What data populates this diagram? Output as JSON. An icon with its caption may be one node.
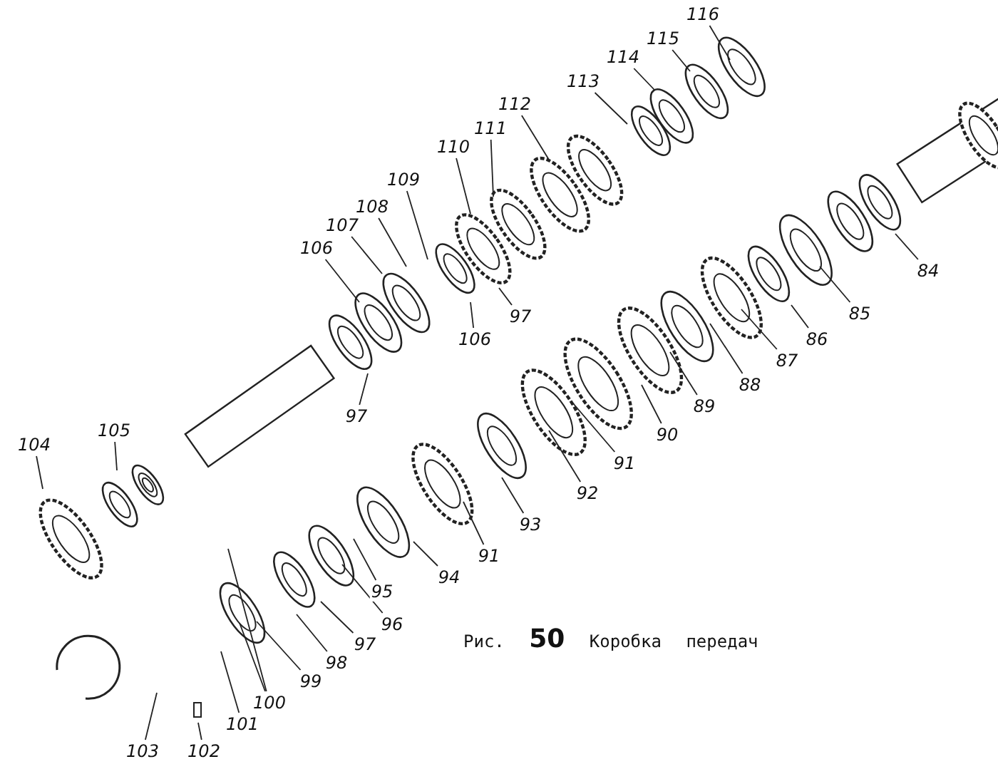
{
  "diagram": {
    "caption": "Рис. **50** Коробка передач",
    "nodes": [
      {
        "text": [
          "116"
        ]
      },
      {
        "text": [
          "115"
        ]
      },
      {
        "text": [
          "114"
        ]
      },
      {
        "text": [
          "113"
        ]
      },
      {
        "text": [
          "112"
        ]
      },
      {
        "text": [
          "111"
        ]
      },
      {
        "text": [
          "110"
        ]
      },
      {
        "text": [
          "109"
        ]
      },
      {
        "text": [
          "108"
        ]
      },
      {
        "text": [
          "107"
        ]
      },
      {
        "text": [
          "106"
        ]
      },
      {
        "text": [
          "84"
        ]
      },
      {
        "text": [
          "97"
        ]
      },
      {
        "text": [
          "85"
        ]
      },
      {
        "text": [
          "106"
        ]
      },
      {
        "text": [
          "86"
        ]
      },
      {
        "text": [
          "87"
        ]
      },
      {
        "text": [
          "88"
        ]
      },
      {
        "text": [
          "89"
        ]
      },
      {
        "text": [
          "97"
        ]
      },
      {
        "text": [
          "105"
        ]
      },
      {
        "text": [
          "90"
        ]
      },
      {
        "text": [
          "104"
        ]
      },
      {
        "text": [
          "91"
        ]
      },
      {
        "text": [
          "92"
        ]
      },
      {
        "text": [
          "93"
        ]
      },
      {
        "text": [
          "91"
        ]
      },
      {
        "text": [
          "94"
        ]
      },
      {
        "text": [
          "95"
        ]
      },
      {
        "text": [
          "96"
        ]
      },
      {
        "text": [
          "97"
        ]
      },
      {
        "text": [
          "98"
        ]
      },
      {
        "text": [
          "99"
        ]
      },
      {
        "text": [
          "100"
        ]
      },
      {
        "text": [
          "101"
        ]
      },
      {
        "text": [
          "102"
        ]
      },
      {
        "text": [
          "103"
        ]
      }
    ],
    "edges": [
      {
        "from": 0,
        "to": null,
        "arrow": "none"
      },
      {
        "from": 1,
        "to": null,
        "arrow": "none"
      },
      {
        "from": 2,
        "to": null,
        "arrow": "none"
      },
      {
        "from": 3,
        "to": null,
        "arrow": "none"
      },
      {
        "from": 4,
        "to": null,
        "arrow": "none"
      },
      {
        "from": 5,
        "to": null,
        "arrow": "none"
      },
      {
        "from": 6,
        "to": null,
        "arrow": "none"
      },
      {
        "from": 7,
        "to": null,
        "arrow": "none"
      },
      {
        "from": 8,
        "to": null,
        "arrow": "none"
      },
      {
        "from": 9,
        "to": null,
        "arrow": "none"
      },
      {
        "from": 10,
        "to": null,
        "arrow": "none"
      },
      {
        "from": 11,
        "to": null,
        "arrow": "none"
      },
      {
        "from": 12,
        "to": null,
        "arrow": "none"
      },
      {
        "from": 13,
        "to": null,
        "arrow": "none"
      },
      {
        "from": 14,
        "to": null,
        "arrow": "none"
      },
      {
        "from": 15,
        "to": null,
        "arrow": "none"
      },
      {
        "from": 16,
        "to": null,
        "arrow": "none"
      },
      {
        "from": 17,
        "to": null,
        "arrow": "none"
      },
      {
        "from": 18,
        "to": null,
        "arrow": "none"
      },
      {
        "from": 19,
        "to": null,
        "arrow": "none"
      },
      {
        "from": 20,
        "to": null,
        "arrow": "none"
      },
      {
        "from": 21,
        "to": null,
        "arrow": "none"
      },
      {
        "from": 22,
        "to": null,
        "arrow": "none"
      },
      {
        "from": 23,
        "to": null,
        "arrow": "none"
      },
      {
        "from": 24,
        "to": null,
        "arrow": "none"
      },
      {
        "from": 25,
        "to": null,
        "arrow": "none"
      },
      {
        "from": 26,
        "to": null,
        "arrow": "none"
      },
      {
        "from": 27,
        "to": null,
        "arrow": "none"
      },
      {
        "from": 28,
        "to": null,
        "arrow": "none"
      },
      {
        "from": 29,
        "to": null,
        "arrow": "none"
      },
      {
        "from": 30,
        "to": null,
        "arrow": "none"
      },
      {
        "from": 31,
        "to": null,
        "arrow": "none"
      },
      {
        "from": 32,
        "to": null,
        "arrow": "none"
      },
      {
        "from": 33,
        "to": null,
        "arrow": "none"
      },
      {
        "from": 33,
        "to": null,
        "arrow": "none"
      },
      {
        "from": 34,
        "to": null,
        "arrow": "none"
      },
      {
        "from": 35,
        "to": null,
        "arrow": "none"
      },
      {
        "from": 36,
        "to": null,
        "arrow": "none"
      }
    ]
  }
}
